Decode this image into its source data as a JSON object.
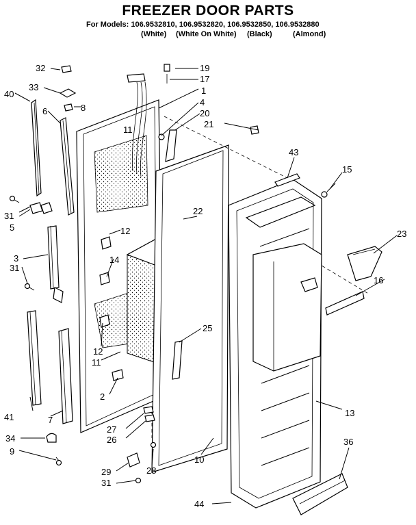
{
  "header": {
    "title": "FREEZER DOOR PARTS",
    "models_line": "For Models: 106.9532810, 106.9532820, 106.9532850, 106.9532880",
    "colors": [
      "(White)",
      "(White On White)",
      "(Black)",
      "(Almond)"
    ]
  },
  "callouts": {
    "c1": "1",
    "c2": "2",
    "c3": "3",
    "c4": "4",
    "c5": "5",
    "c6": "6",
    "c7": "7",
    "c8": "8",
    "c9": "9",
    "c10": "10",
    "c11a": "11",
    "c11b": "11",
    "c12a": "12",
    "c12b": "12",
    "c13": "13",
    "c14": "14",
    "c15": "15",
    "c16": "16",
    "c17": "17",
    "c19": "19",
    "c20": "20",
    "c21": "21",
    "c22": "22",
    "c23": "23",
    "c25": "25",
    "c26": "26",
    "c27": "27",
    "c28": "28",
    "c29": "29",
    "c31a": "31",
    "c31b": "31",
    "c31c": "31",
    "c32": "32",
    "c33": "33",
    "c34": "34",
    "c36": "36",
    "c40": "40",
    "c41": "41",
    "c43": "43",
    "c44": "44"
  }
}
